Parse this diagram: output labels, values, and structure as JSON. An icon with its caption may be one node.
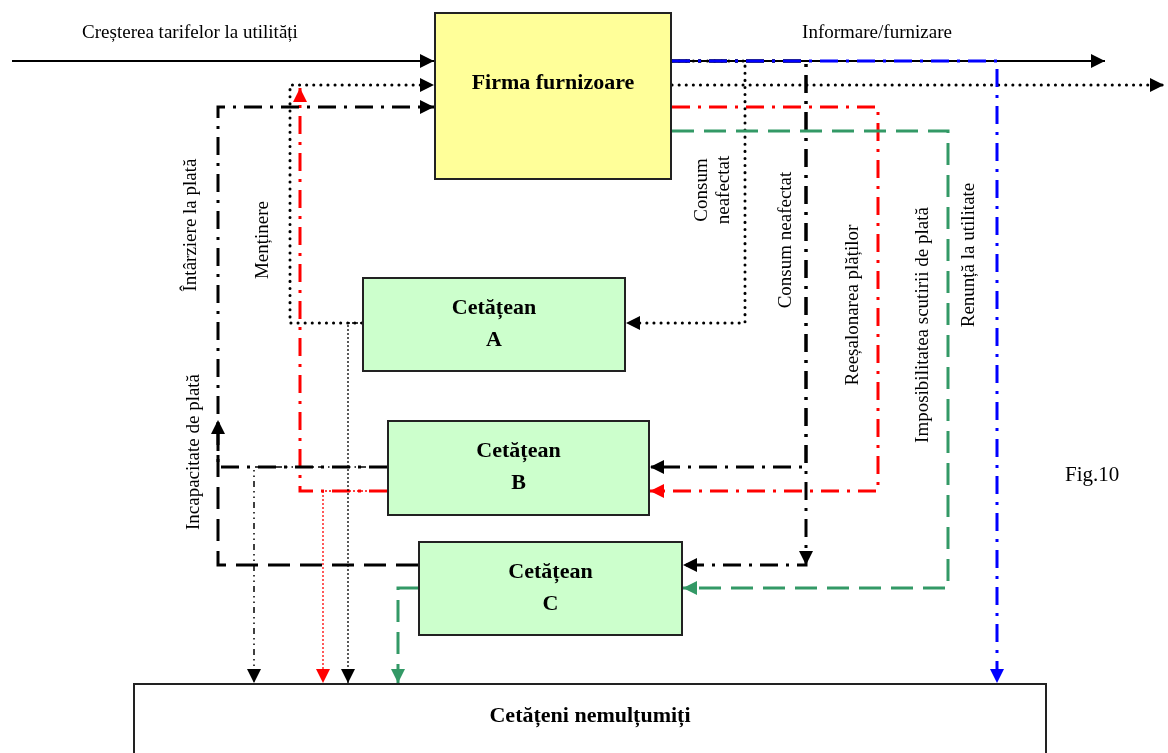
{
  "diagram": {
    "nodes": [
      {
        "text": [
          "Firma furnizoare"
        ]
      },
      {
        "text": [
          "Cetățean A"
        ]
      },
      {
        "text": [
          "Cetățean B"
        ]
      },
      {
        "text": [
          "Cetățean C"
        ]
      },
      {
        "text": [
          "Cetățeni nemulțumiți"
        ]
      }
    ],
    "edges": [
      {
        "from": null,
        "to": 0,
        "arrow": "to",
        "label": "Creșterea tarifelor la utilități"
      },
      {
        "from": 0,
        "to": null,
        "arrow": "to",
        "label": "Informare/furnizare"
      },
      {
        "from": 0,
        "to": null,
        "arrow": "to",
        "style": "dashed"
      },
      {
        "from": 0,
        "to": 1,
        "arrow": "to",
        "style": "dashed",
        "label": "Consum neafectat"
      },
      {
        "from": 0,
        "to": 3,
        "arrow": "to",
        "style": "dashed",
        "label": "Consum neafectat"
      },
      {
        "from": 0,
        "to": 2,
        "arrow": "to",
        "style": "dashed"
      },
      {
        "from": 0,
        "to": 2,
        "arrow": "to",
        "style": "dashed",
        "color": "#ff0000",
        "label": "Reeșalonarea plăților"
      },
      {
        "from": 0,
        "to": 3,
        "arrow": "to",
        "style": "dashed",
        "color": "#339966",
        "label": "Imposibilitatea scutirii de plată"
      },
      {
        "from": 0,
        "to": 4,
        "arrow": "to",
        "style": "dashed",
        "color": "#0000ff",
        "label": "Renunță la utilitate"
      },
      {
        "from": 1,
        "to": 0,
        "arrow": "to",
        "style": "dashed",
        "label": "Menținere"
      },
      {
        "from": 2,
        "to": null,
        "arrow": "to",
        "style": "dashed",
        "color": "#ff0000"
      },
      {
        "from": 2,
        "to": 0,
        "arrow": "to",
        "style": "dashed",
        "label": "Întârziere la plată"
      },
      {
        "from": 3,
        "to": null,
        "arrow": "to",
        "style": "dashed",
        "label": "Incapacitate de plată"
      },
      {
        "from": 2,
        "to": 4,
        "arrow": "to",
        "style": "dashed"
      },
      {
        "from": 2,
        "to": 4,
        "arrow": "to",
        "style": "dashed",
        "color": "#ff0000"
      },
      {
        "from": 1,
        "to": 4,
        "arrow": "to",
        "style": "dashed"
      },
      {
        "from": 3,
        "to": 4,
        "arrow": "to",
        "style": "dashed",
        "color": "#339966"
      }
    ],
    "labels": [
      "Fig.10"
    ]
  }
}
